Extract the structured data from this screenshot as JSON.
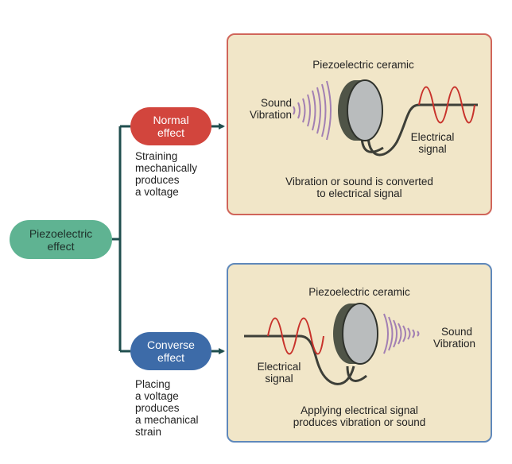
{
  "root": {
    "line1": "Piezoelectric",
    "line2": "effect"
  },
  "normal": {
    "node_line1": "Normal",
    "node_line2": "effect",
    "description": [
      "Straining",
      "mechanically",
      "produces",
      "a voltage"
    ],
    "panel": {
      "title": "Piezoelectric ceramic",
      "sound_line1": "Sound",
      "sound_line2": "Vibration",
      "signal_line1": "Electrical",
      "signal_line2": "signal",
      "caption_line1": "Vibration or sound is converted",
      "caption_line2": "to electrical signal"
    }
  },
  "converse": {
    "node_line1": "Converse",
    "node_line2": "effect",
    "description": [
      "Placing",
      "a voltage",
      "produces",
      "a mechanical",
      "strain"
    ],
    "panel": {
      "title": "Piezoelectric ceramic",
      "sound_line1": "Sound",
      "sound_line2": "Vibration",
      "signal_line1": "Electrical",
      "signal_line2": "signal",
      "caption_line1": "Applying electrical signal",
      "caption_line2": "produces vibration or sound"
    }
  },
  "colors": {
    "root": "#5fb392",
    "normal": "#d2453d",
    "converse": "#3d6ba8",
    "connector": "#1f4e4e",
    "panel_fill": "#f1e6c8",
    "wave": "#c8322b",
    "ceramic_face": "#b9bcbd",
    "ceramic_body": "#4f5447"
  }
}
